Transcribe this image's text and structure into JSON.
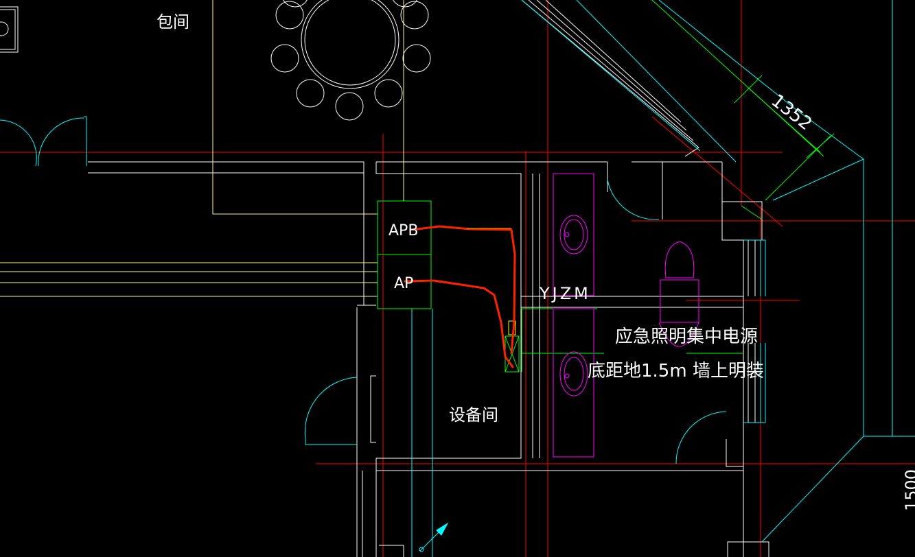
{
  "labels": {
    "room_private": "包间",
    "room_equipment": "设备间",
    "panel_apb": "APB",
    "panel_ap": "AP",
    "device_code": "YJZM",
    "note_line1": "应急照明集中电源",
    "note_line2": "底距地1.5m 墙上明装",
    "dimension_1": "1352",
    "dimension_2": "1500"
  },
  "colors": {
    "background": "#000000",
    "wall": "#ffffff",
    "axis": "#ff0000",
    "cyan": "#00ffff",
    "green": "#00ff00",
    "yellow": "#ffff00",
    "magenta": "#ff00ff",
    "wire": "#ff2200"
  }
}
